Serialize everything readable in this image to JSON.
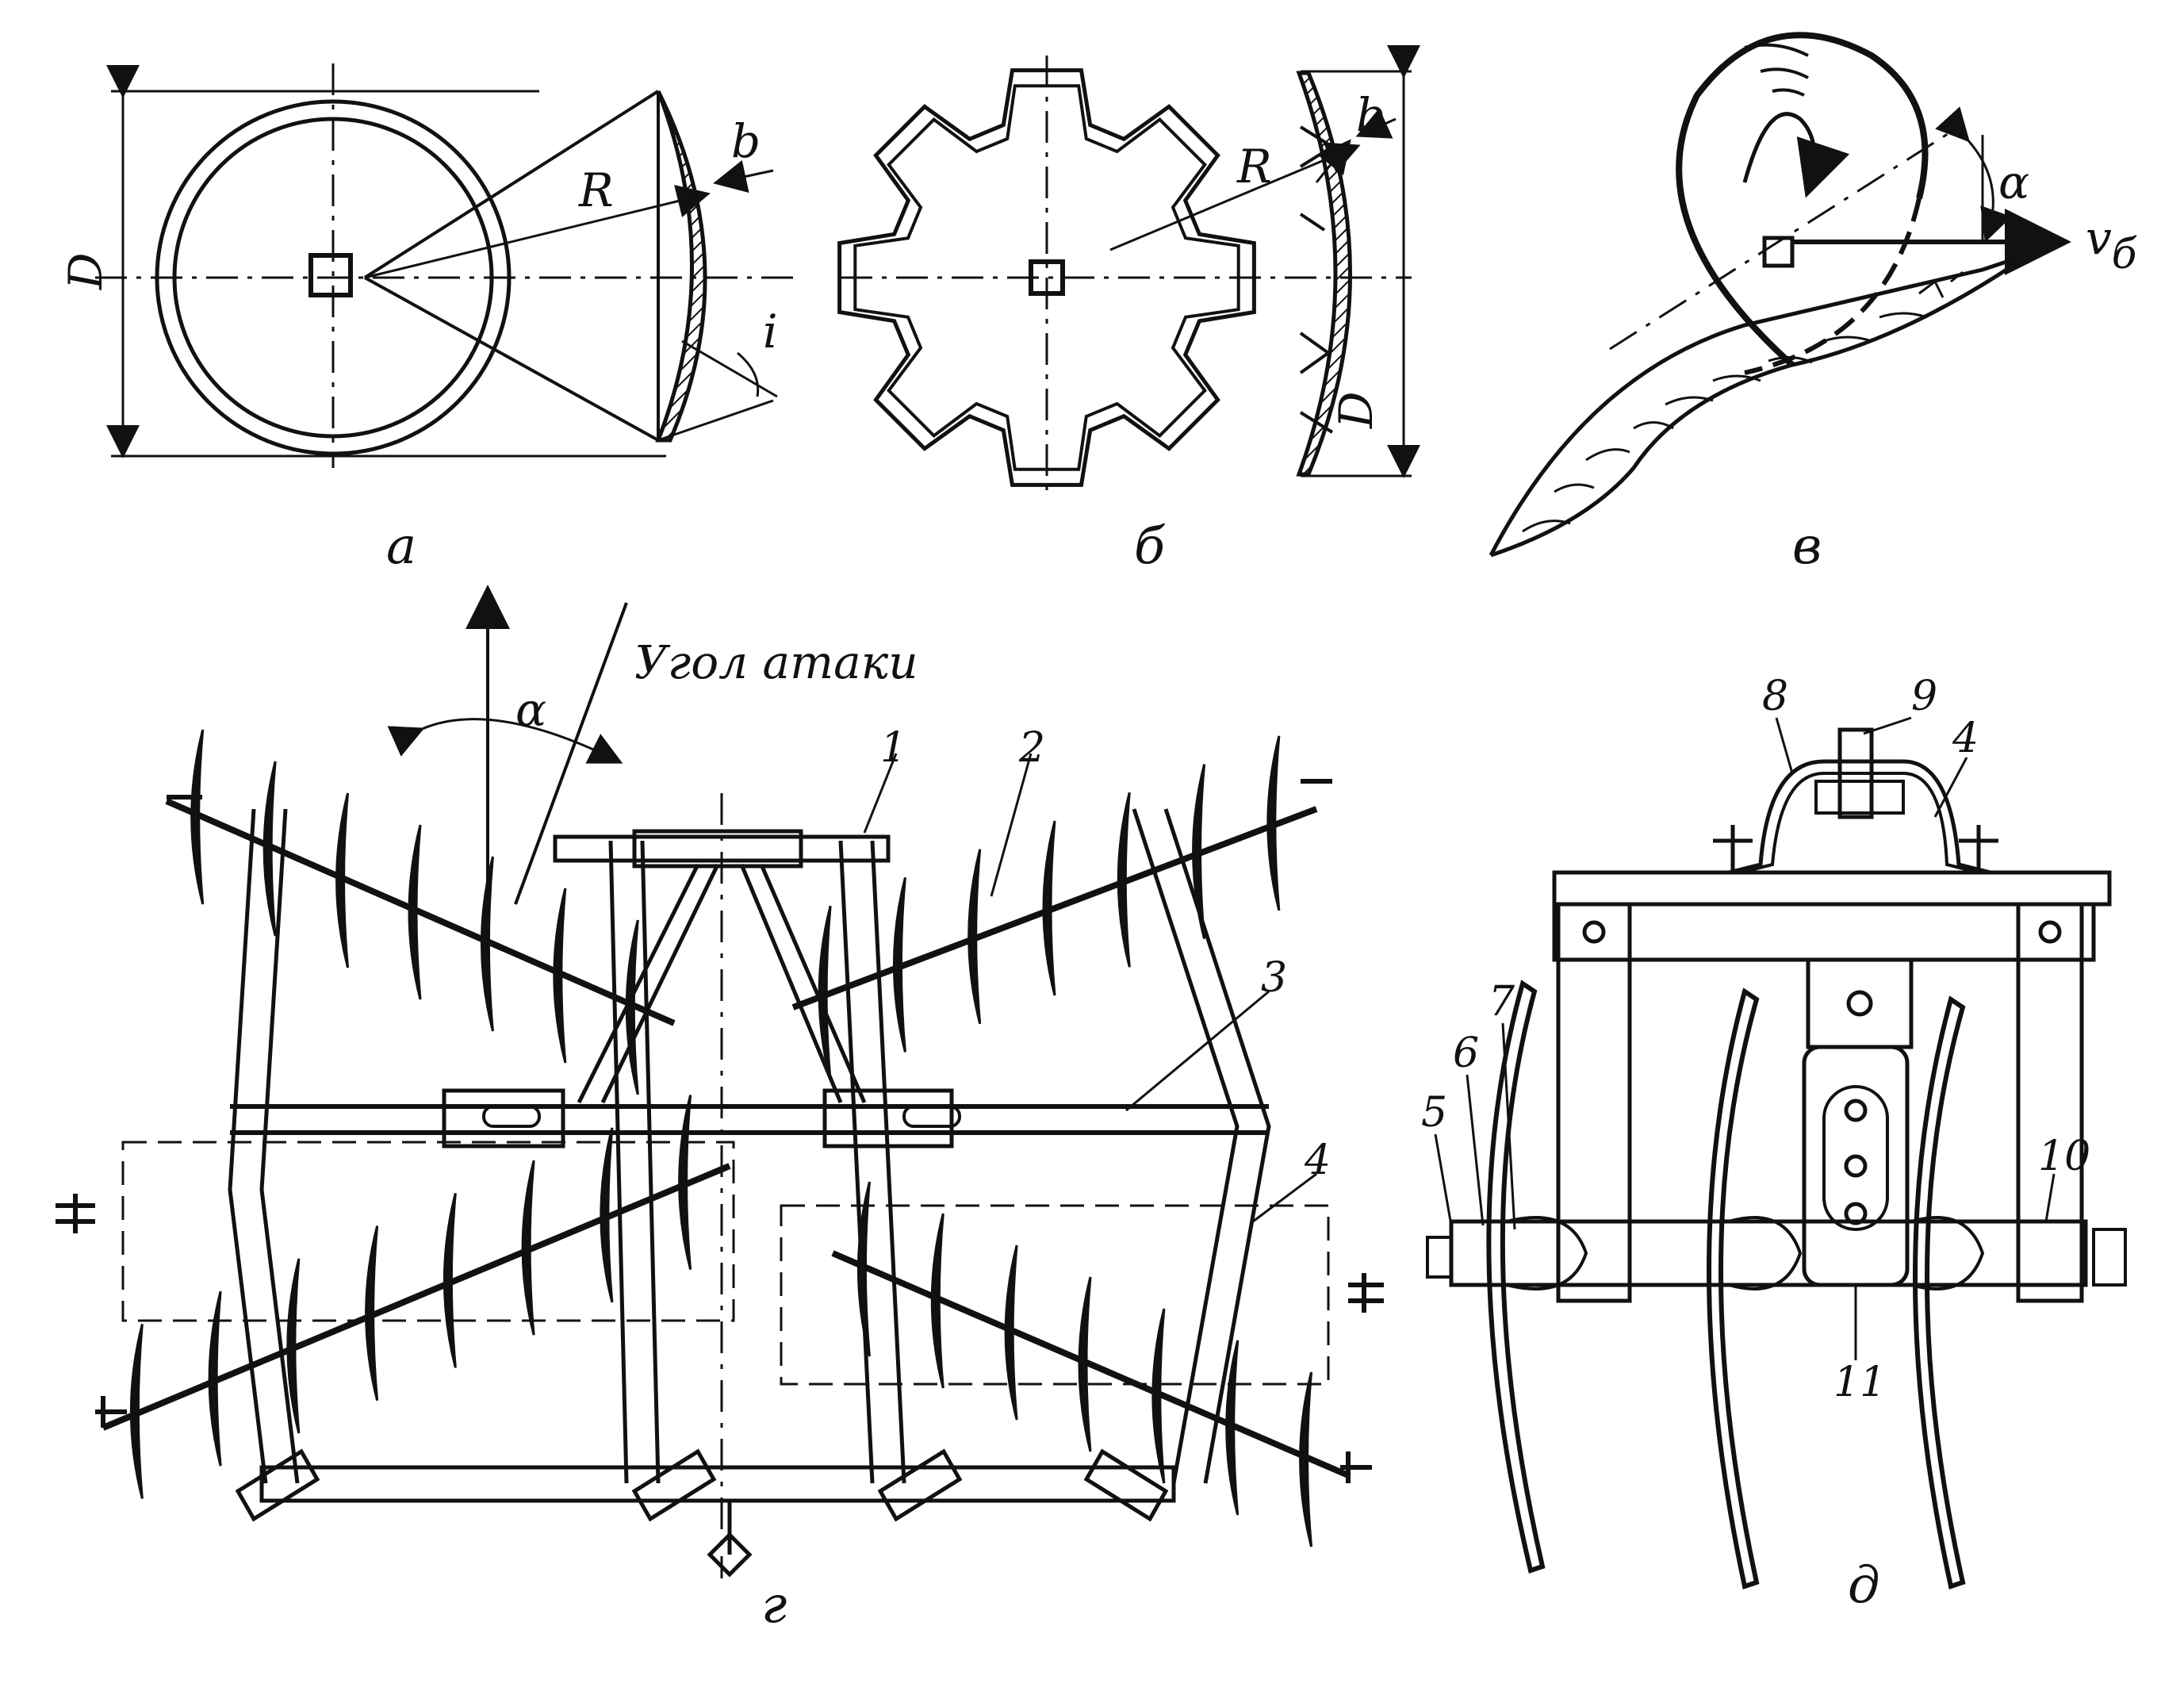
{
  "panels": {
    "a": {
      "label": "а",
      "dim_D": "D",
      "dim_R": "R",
      "dim_b": "b",
      "dim_i": "i"
    },
    "b": {
      "label": "б",
      "dim_R": "R",
      "dim_b": "b",
      "dim_D": "D"
    },
    "v": {
      "label": "в",
      "alpha": "α",
      "speed": "v",
      "speed_sub": "б"
    },
    "g": {
      "label": "г",
      "caption": "Угол атаки",
      "alpha": "α",
      "callouts": [
        "1",
        "2",
        "3",
        "4"
      ]
    },
    "d": {
      "label": "д",
      "callouts": [
        "4",
        "5",
        "6",
        "7",
        "8",
        "9",
        "10",
        "11"
      ]
    }
  },
  "colors": {
    "ink": "#111111",
    "paper": "#ffffff"
  }
}
